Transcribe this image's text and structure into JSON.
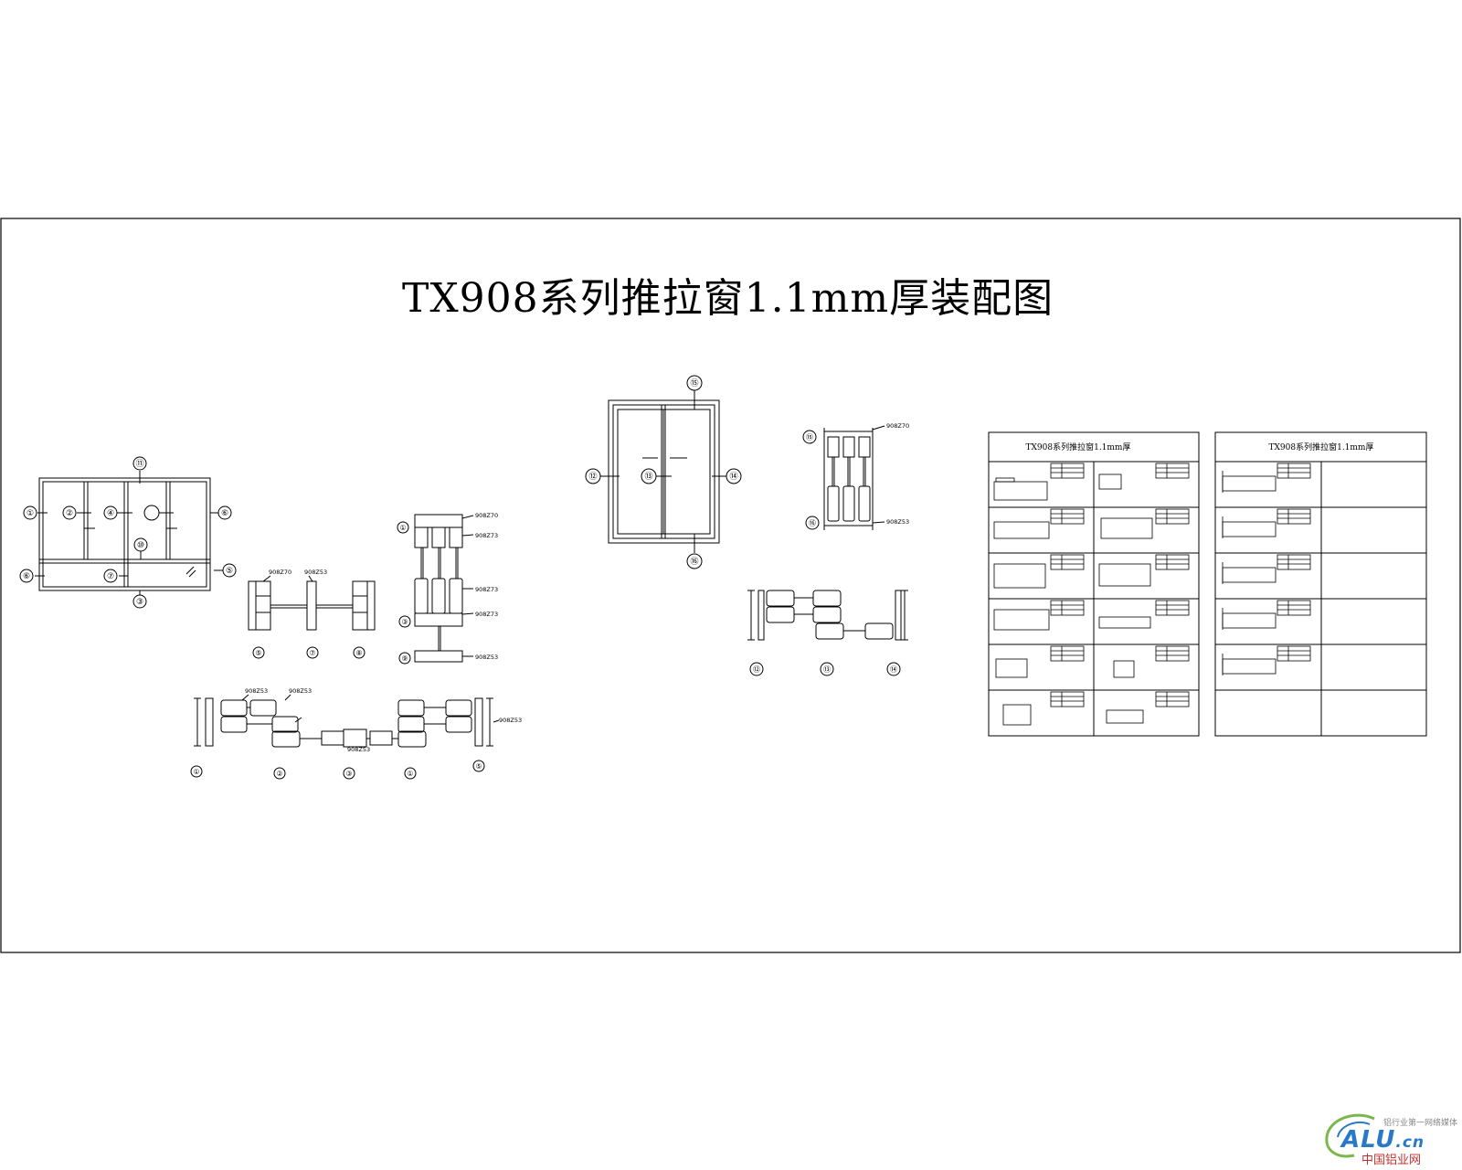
{
  "drawing": {
    "title": "TX908系列推拉窗1.1mm厚装配图"
  },
  "callouts": {
    "elevation_left": [
      "①",
      "②",
      "④",
      "⑪",
      "⑥",
      "⑥",
      "⑦",
      "⑩",
      "⑤",
      "③"
    ],
    "section_a_labels": [
      "⑤",
      "⑦",
      "⑧"
    ],
    "section_b_labels": [
      "①",
      "②",
      "③",
      "①",
      "⑤"
    ],
    "section_c_labels": [
      "①",
      "③",
      "⑨"
    ],
    "elevation_right": [
      "⑮",
      "⑫",
      "⑬",
      "⑭",
      "⑯"
    ],
    "section_d_labels": [
      "⑮",
      "⑯"
    ],
    "section_e_labels": [
      "⑫",
      "⑬",
      "⑭"
    ]
  },
  "profile_codes": {
    "section_a": [
      "908Z70",
      "908Z53"
    ],
    "section_b": [
      "908Z53",
      "908Z53",
      "908Z53",
      "908Z53"
    ],
    "section_c": [
      "908Z70",
      "908Z73",
      "908Z73",
      "908Z73",
      "908Z53"
    ],
    "section_d": [
      "908Z70",
      "908Z53"
    ]
  },
  "profile_tables": {
    "table1_title": "TX908系列推拉窗1.1mm厚",
    "table2_title": "TX908系列推拉窗1.1mm厚"
  },
  "watermark": {
    "tagline": "铝行业第一网络媒体",
    "logo": "ALU",
    "logo_suffix": ".cn",
    "cn_name": "中国铝业网"
  }
}
